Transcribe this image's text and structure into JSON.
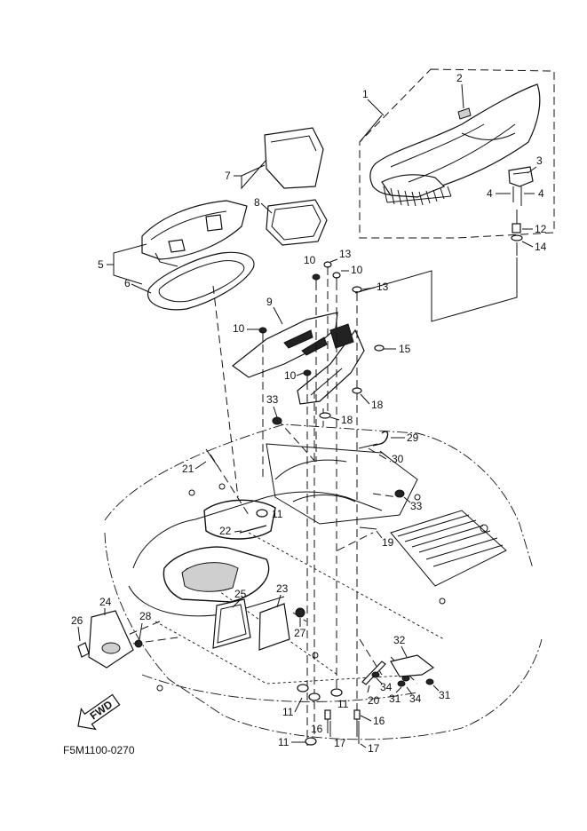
{
  "diagram_code": "F5M1100-0270",
  "forward_arrow_label": "FWD",
  "callouts": [
    "1",
    "2",
    "3",
    "4",
    "4",
    "5",
    "6",
    "7",
    "8",
    "9",
    "10",
    "10",
    "10",
    "10",
    "11",
    "11",
    "11",
    "11",
    "12",
    "13",
    "13",
    "14",
    "15",
    "16",
    "16",
    "17",
    "17",
    "18",
    "18",
    "19",
    "20",
    "21",
    "22",
    "23",
    "24",
    "25",
    "26",
    "27",
    "28",
    "29",
    "30",
    "31",
    "31",
    "32",
    "33",
    "33",
    "34",
    "34"
  ]
}
